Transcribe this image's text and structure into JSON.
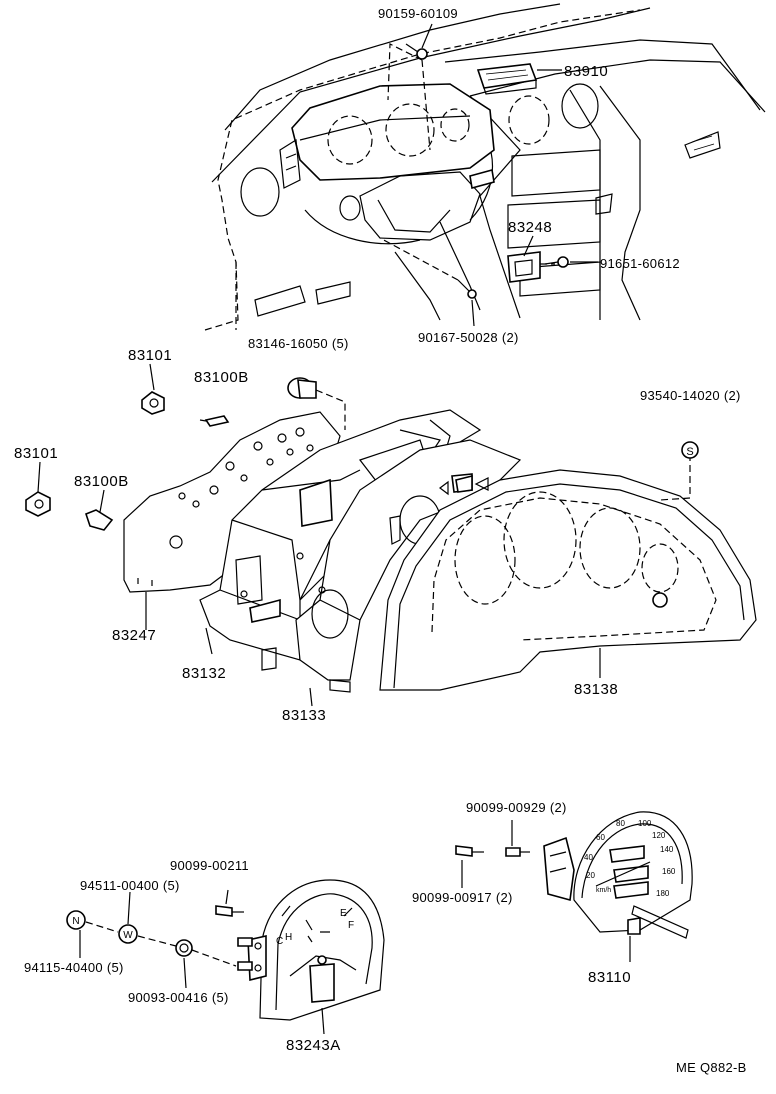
{
  "labels": {
    "p90159": "90159-60109",
    "p83910": "83910",
    "p83248": "83248",
    "p91651": "91651-60612",
    "p90167": "90167-50028 (2)",
    "p83101a": "83101",
    "p83146": "83146-16050 (5)",
    "p83100Ba": "83100B",
    "p93540": "93540-14020 (2)",
    "p83101b": "83101",
    "p83100Bb": "83100B",
    "p83247": "83247",
    "p83132": "83132",
    "p83133": "83133",
    "p83138": "83138",
    "p90099a": "90099-00929 (2)",
    "p90099b": "90099-00211",
    "p94511": "94511-00400 (5)",
    "p90099c": "90099-00917 (2)",
    "p94115": "94115-40400 (5)",
    "p90093": "90093-00416 (5)",
    "p83243A": "83243A",
    "p83110": "83110",
    "footer": "ME Q882-B"
  },
  "symbols": {
    "s": "S",
    "n": "N",
    "w": "W"
  },
  "gauge_text": {
    "temp_c": "C",
    "temp_h": "H",
    "fuel_e": "E",
    "fuel_f": "F",
    "kmh": "km/h",
    "speed_20": "20",
    "speed_40": "40",
    "speed_60": "60",
    "speed_80": "80",
    "speed_100": "100",
    "speed_120": "120",
    "speed_140": "140",
    "speed_160": "160",
    "speed_180": "180"
  }
}
